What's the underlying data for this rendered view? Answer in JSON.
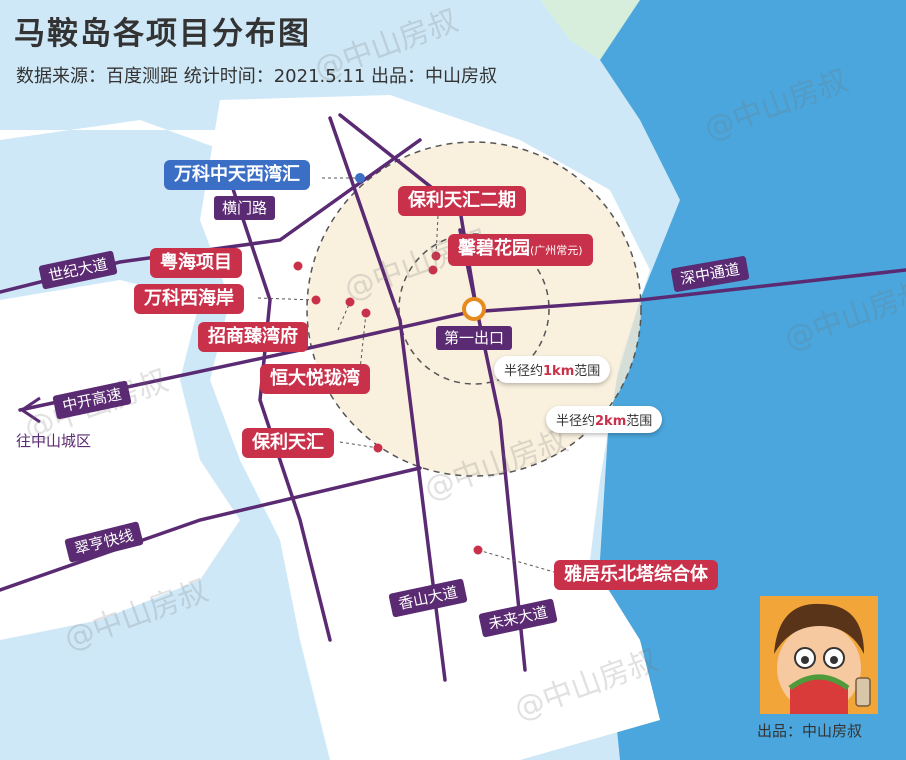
{
  "title": "马鞍岛各项目分布图",
  "subtitle": "数据来源：百度测距 统计时间：2021.5.11 出品：中山房叔",
  "projects": [
    {
      "label": "万科中天西湾汇",
      "color": "#3b6fc5"
    },
    {
      "label": "保利天汇二期",
      "color": "#c9304a"
    },
    {
      "label": "馨碧花园",
      "note": "(广州常元)",
      "color": "#c9304a"
    },
    {
      "label": "粤海项目",
      "color": "#c9304a"
    },
    {
      "label": "万科西海岸",
      "color": "#c9304a"
    },
    {
      "label": "招商臻湾府",
      "color": "#c9304a"
    },
    {
      "label": "恒大悦珑湾",
      "color": "#c9304a"
    },
    {
      "label": "保利天汇",
      "color": "#c9304a"
    },
    {
      "label": "雅居乐北塔综合体",
      "color": "#c9304a"
    }
  ],
  "roads": {
    "hengmen": "横门路",
    "shiji": "世纪大道",
    "shenzhong": "深中通道",
    "zhongkai": "中开高速",
    "cuiheng": "翠亨快线",
    "xiangshan": "香山大道",
    "weilai": "未来大道"
  },
  "exit_label": "第一出口",
  "destination": "往中山城区",
  "radius_1km": {
    "prefix": "半径约",
    "value": "1km",
    "suffix": "范围"
  },
  "radius_2km": {
    "prefix": "半径约",
    "value": "2km",
    "suffix": "范围"
  },
  "watermark": "@中山房叔",
  "credit": "出品：中山房叔",
  "colors": {
    "water": "#cfe8f7",
    "land": "#ffffff",
    "sea": "#4aa6dc",
    "road": "#5a2a72",
    "red": "#c9304a",
    "blue": "#3b6fc5",
    "zone": "#f8ecd6"
  }
}
